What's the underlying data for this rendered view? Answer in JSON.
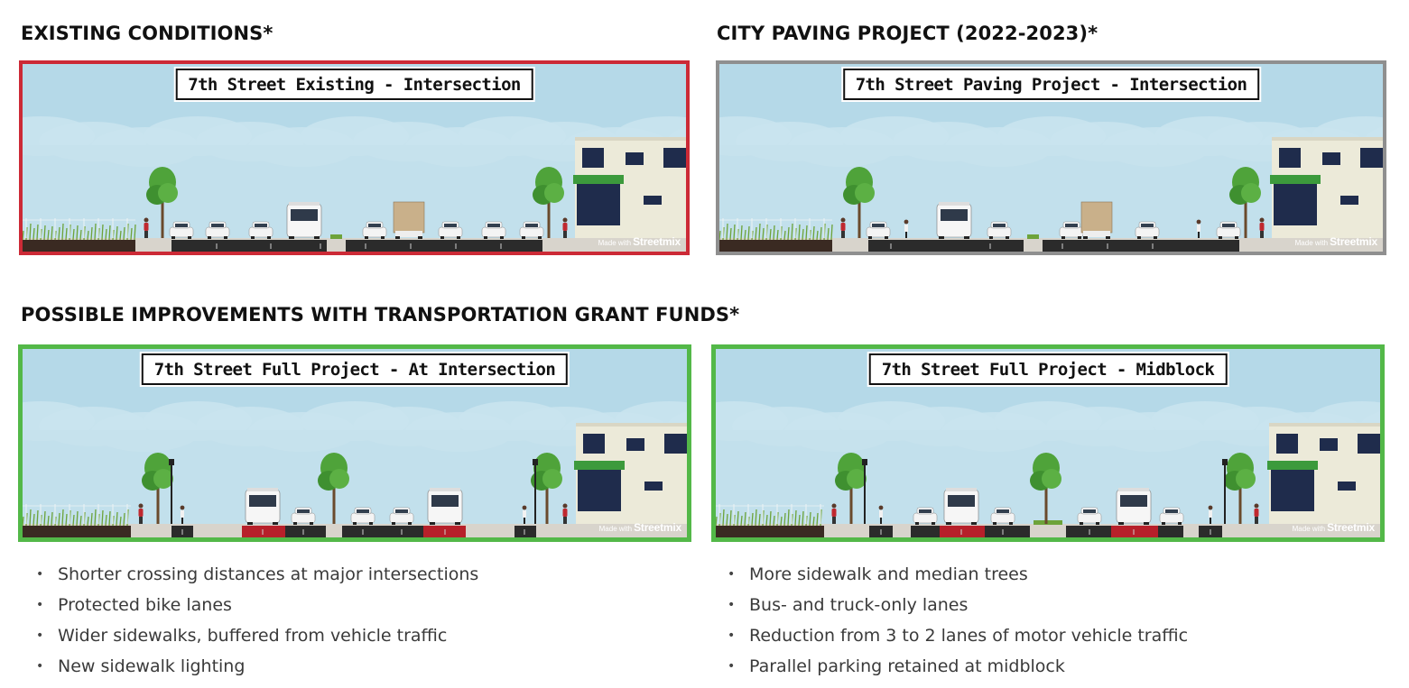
{
  "headings": {
    "existing": "EXISTING CONDITIONS*",
    "paving": "CITY PAVING PROJECT (2022-2023)*",
    "improvements": "POSSIBLE IMPROVEMENTS WITH TRANSPORTATION GRANT FUNDS*"
  },
  "panels": {
    "existing": {
      "title": "7th Street Existing - Intersection",
      "border_color": "#cc2a36"
    },
    "paving": {
      "title": "7th Street Paving Project - Intersection",
      "border_color": "#8f8f8f"
    },
    "full_intersection": {
      "title": "7th Street Full Project - At Intersection",
      "border_color": "#53b848"
    },
    "full_midblock": {
      "title": "7th Street Full Project - Midblock",
      "border_color": "#53b848"
    }
  },
  "watermark": {
    "prefix": "Made with",
    "brand": "Streetmix"
  },
  "colors": {
    "sky": "#b5d9e8",
    "asphalt": "#2b2b2b",
    "bus_lane": "#b7202a",
    "sidewalk": "#d8d4cc",
    "grass": "#6da33a",
    "tree": "#4fa33a",
    "building": "#ecead9",
    "awning": "#3c9a3c",
    "window": "#1f2c4c"
  },
  "bullets_left": [
    "Shorter crossing distances at major intersections",
    "Protected bike lanes",
    "Wider sidewalks, buffered from vehicle traffic",
    "New sidewalk lighting"
  ],
  "bullets_right": [
    "More sidewalk and median trees",
    "Bus- and truck-only lanes",
    "Reduction from 3 to 2 lanes of motor vehicle traffic",
    "Parallel parking retained at midblock"
  ]
}
